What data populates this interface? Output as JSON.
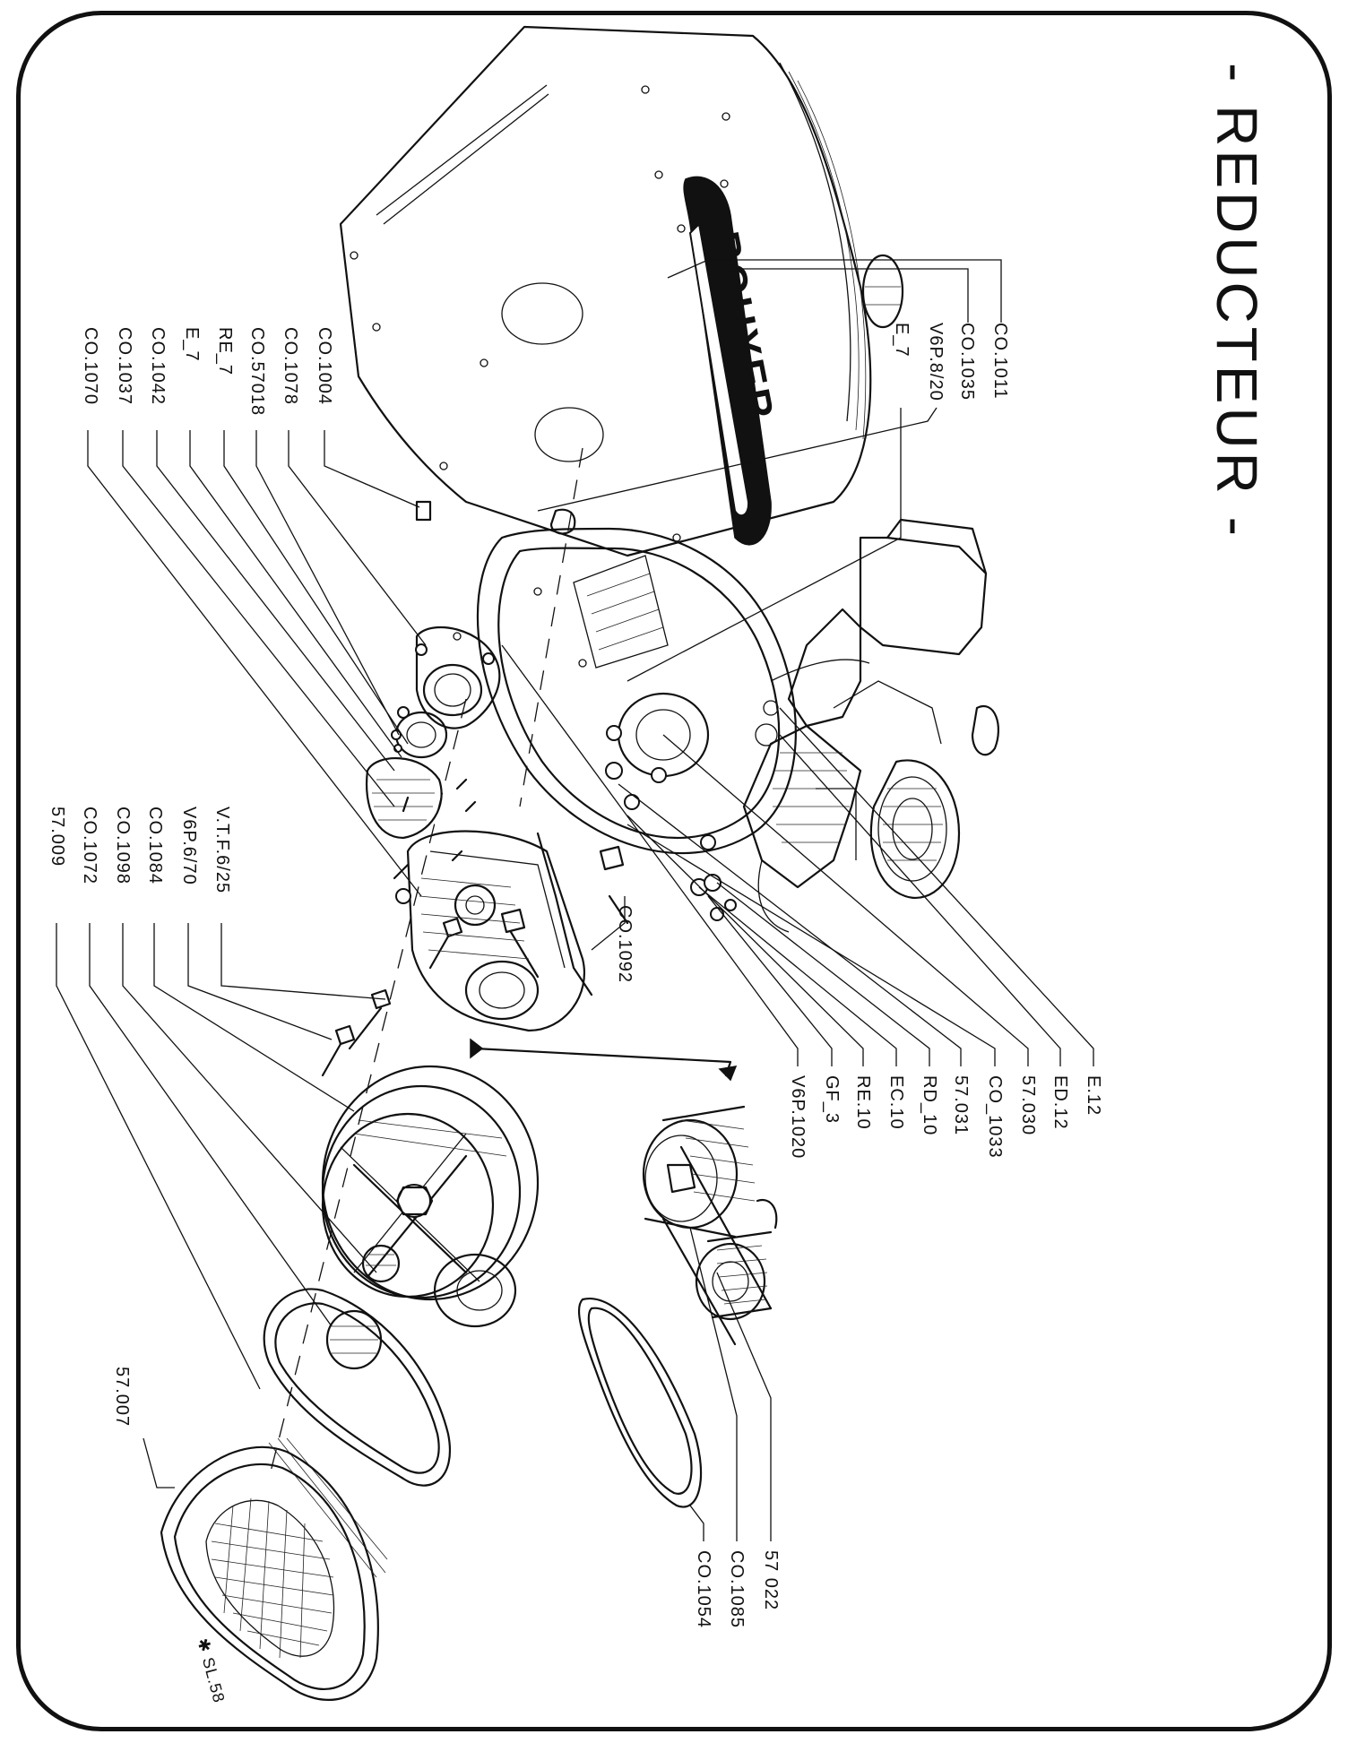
{
  "title": "- REDUCTEUR -",
  "brand": "BOUYER",
  "note": "✱ SL.58",
  "labels": {
    "top_right": [
      "CO.1011",
      "CO.1035",
      "V6P.8/20",
      "E_7"
    ],
    "top_left": [
      "CO.1004",
      "CO.1078",
      "CO.57018",
      "RE_7",
      "E_7",
      "CO.1042",
      "CO.1037",
      "CO.1070"
    ],
    "mid_left": [
      "V.T.F.6/25",
      "V6P.6/70",
      "CO.1084",
      "CO.1098",
      "CO.1072",
      "57.009"
    ],
    "right_column": [
      "E.12",
      "ED.12",
      "57.030",
      "CO_1033",
      "57.031",
      "RD_10",
      "EC.10",
      "RE.10",
      "GF_3",
      "V6P.1020"
    ],
    "single": "CO.1092",
    "bottom_left": "57.007",
    "bottom_right": [
      "57 022",
      "CO.1085",
      "CO.1054"
    ]
  }
}
